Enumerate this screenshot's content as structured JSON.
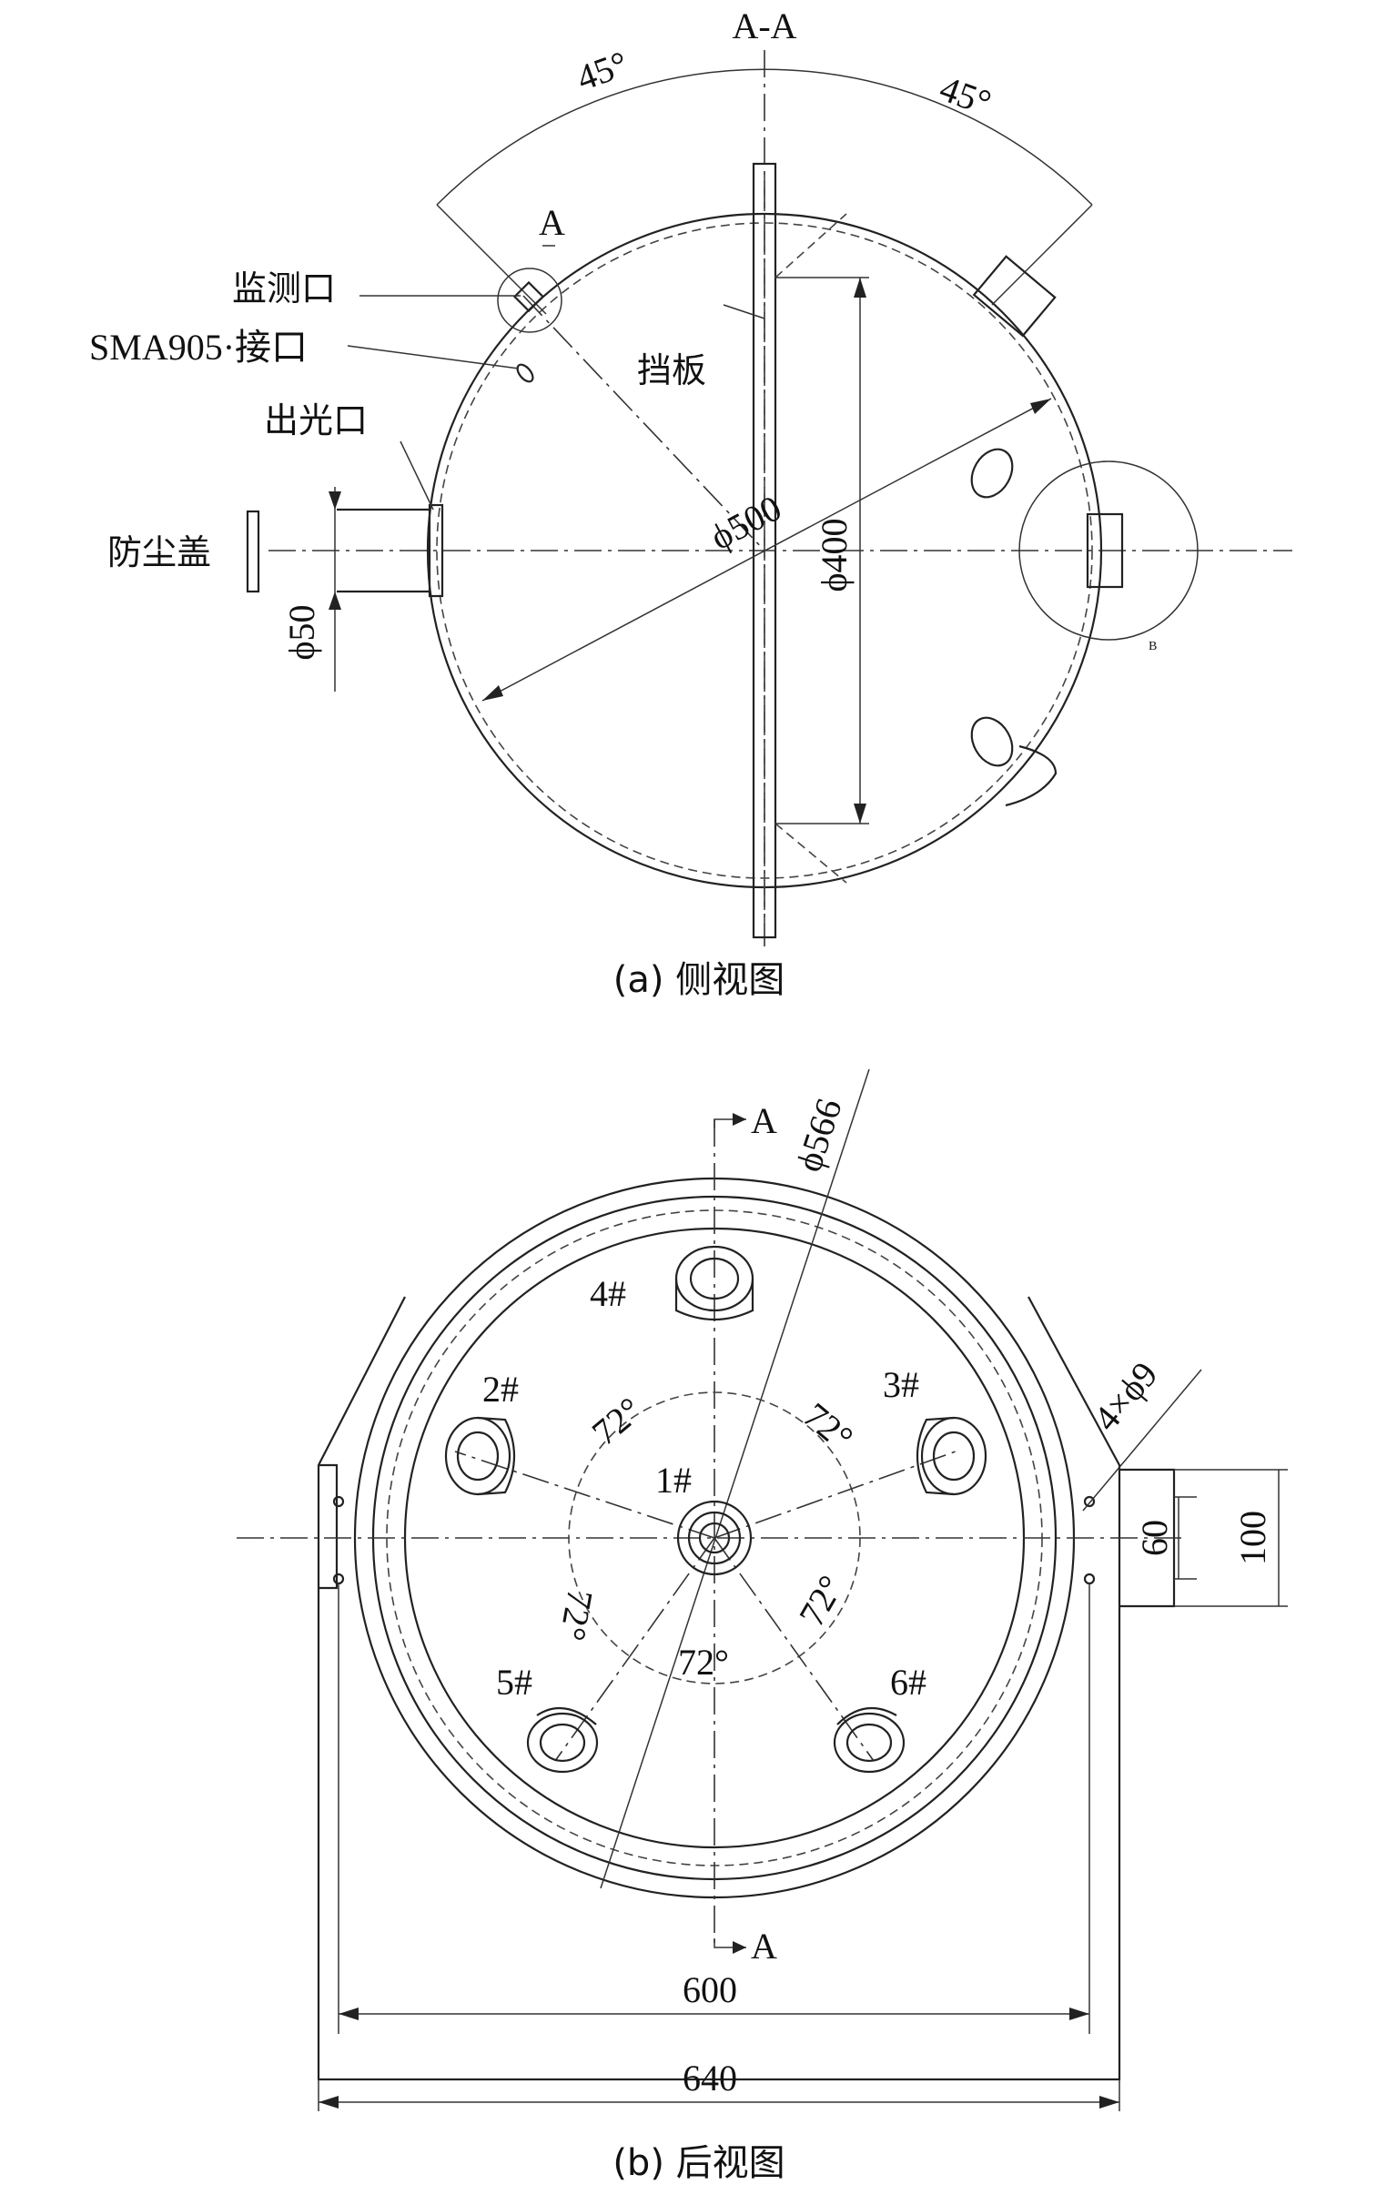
{
  "side_view": {
    "section_label": "A-A",
    "angle_left": "45°",
    "angle_right": "45°",
    "detail_a": "A",
    "monitor_port": "监测口",
    "sma_port": "SMA905·接口",
    "light_outlet": "出光口",
    "baffle": "挡板",
    "dust_cap": "防尘盖",
    "dia_500": "ϕ500",
    "dia_400": "ϕ400",
    "dia_50": "ϕ50",
    "detail_b": "B",
    "caption": "(a) 侧视图"
  },
  "back_view": {
    "section_top": "A",
    "section_bottom": "A",
    "dia_566": "ϕ566",
    "port_1": "1#",
    "port_2": "2#",
    "port_3": "3#",
    "port_4": "4#",
    "port_5": "5#",
    "port_6": "6#",
    "angle_1": "72°",
    "angle_2": "72°",
    "angle_3": "72°",
    "angle_4": "72°",
    "angle_5": "72°",
    "holes": "4×ϕ9",
    "dim_60": "60",
    "dim_100": "100",
    "dim_600": "600",
    "dim_640": "640",
    "caption": "(b) 后视图"
  }
}
